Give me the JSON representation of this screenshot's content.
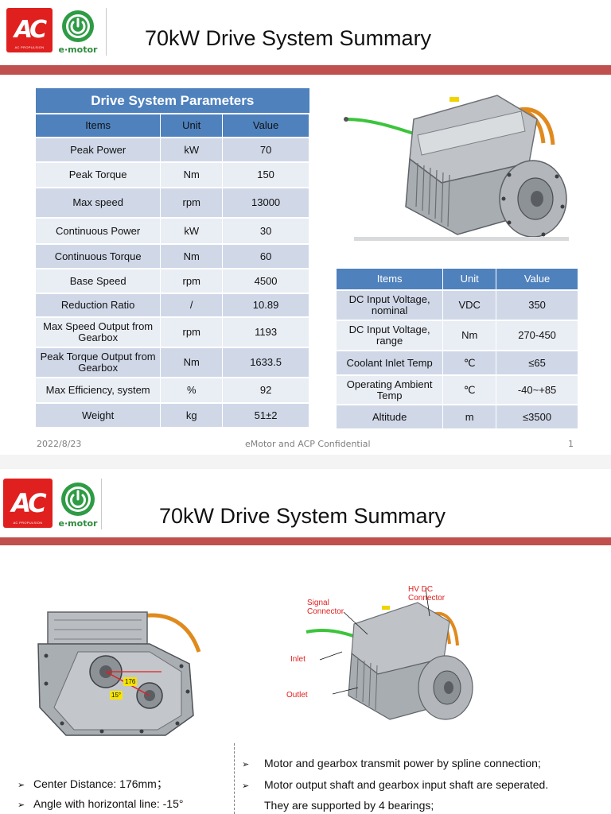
{
  "slide1": {
    "logo_ac_text": "AC",
    "logo_ac_sub": "AC PROPULSION",
    "logo_emotor_text": "e·motor",
    "title": "70kW Drive System Summary",
    "params_table": {
      "caption": "Drive System Parameters",
      "headers": [
        "Items",
        "Unit",
        "Value"
      ],
      "rows": [
        [
          "Peak Power",
          "kW",
          "70"
        ],
        [
          "Peak Torque",
          "Nm",
          "150"
        ],
        [
          "Max speed",
          "rpm",
          "13000"
        ],
        [
          "Continuous Power",
          "kW",
          "30"
        ],
        [
          "Continuous Torque",
          "Nm",
          "60"
        ],
        [
          "Base Speed",
          "rpm",
          "4500"
        ],
        [
          "Reduction Ratio",
          "/",
          "10.89"
        ],
        [
          "Max Speed Output from Gearbox",
          "rpm",
          "1193"
        ],
        [
          "Peak Torque Output from Gearbox",
          "Nm",
          "1633.5"
        ],
        [
          "Max Efficiency, system",
          "%",
          "92"
        ],
        [
          "Weight",
          "kg",
          "51±2"
        ]
      ]
    },
    "env_table": {
      "headers": [
        "Items",
        "Unit",
        "Value"
      ],
      "rows": [
        [
          "DC Input Voltage, nominal",
          "VDC",
          "350"
        ],
        [
          "DC Input Voltage, range",
          "Nm",
          "270-450"
        ],
        [
          "Coolant Inlet Temp",
          "℃",
          "≤65"
        ],
        [
          "Operating Ambient Temp",
          "℃",
          "-40~+85"
        ],
        [
          "Altitude",
          "m",
          "≤3500"
        ]
      ]
    },
    "footer": {
      "date": "2022/8/23",
      "confidential": "eMotor and ACP Confidential",
      "page": "1"
    }
  },
  "slide2": {
    "logo_ac_text": "AC",
    "logo_ac_sub": "AC PROPULSION",
    "logo_emotor_text": "e·motor",
    "title": "70kW Drive System Summary",
    "diagram_labels": {
      "distance": "176",
      "angle": "15°"
    },
    "callouts": {
      "hv_dc": "HV DC Connector",
      "signal": "Signal Connector",
      "inlet": "Inlet",
      "outlet": "Outlet"
    },
    "left_bullets": [
      "Center Distance: 176mm；",
      "Angle with horizontal line: -15°"
    ],
    "right_bullets": [
      "Motor and gearbox transmit power by spline connection;",
      "Motor output shaft and gearbox input shaft are seperated.",
      "They are supported by 4 bearings;"
    ],
    "colors": {
      "accent_bar": "#c0504d",
      "table_header": "#4f81bd",
      "row_dark": "#d0d8e8",
      "row_light": "#e9edf4",
      "callout_red": "#e02020"
    }
  }
}
